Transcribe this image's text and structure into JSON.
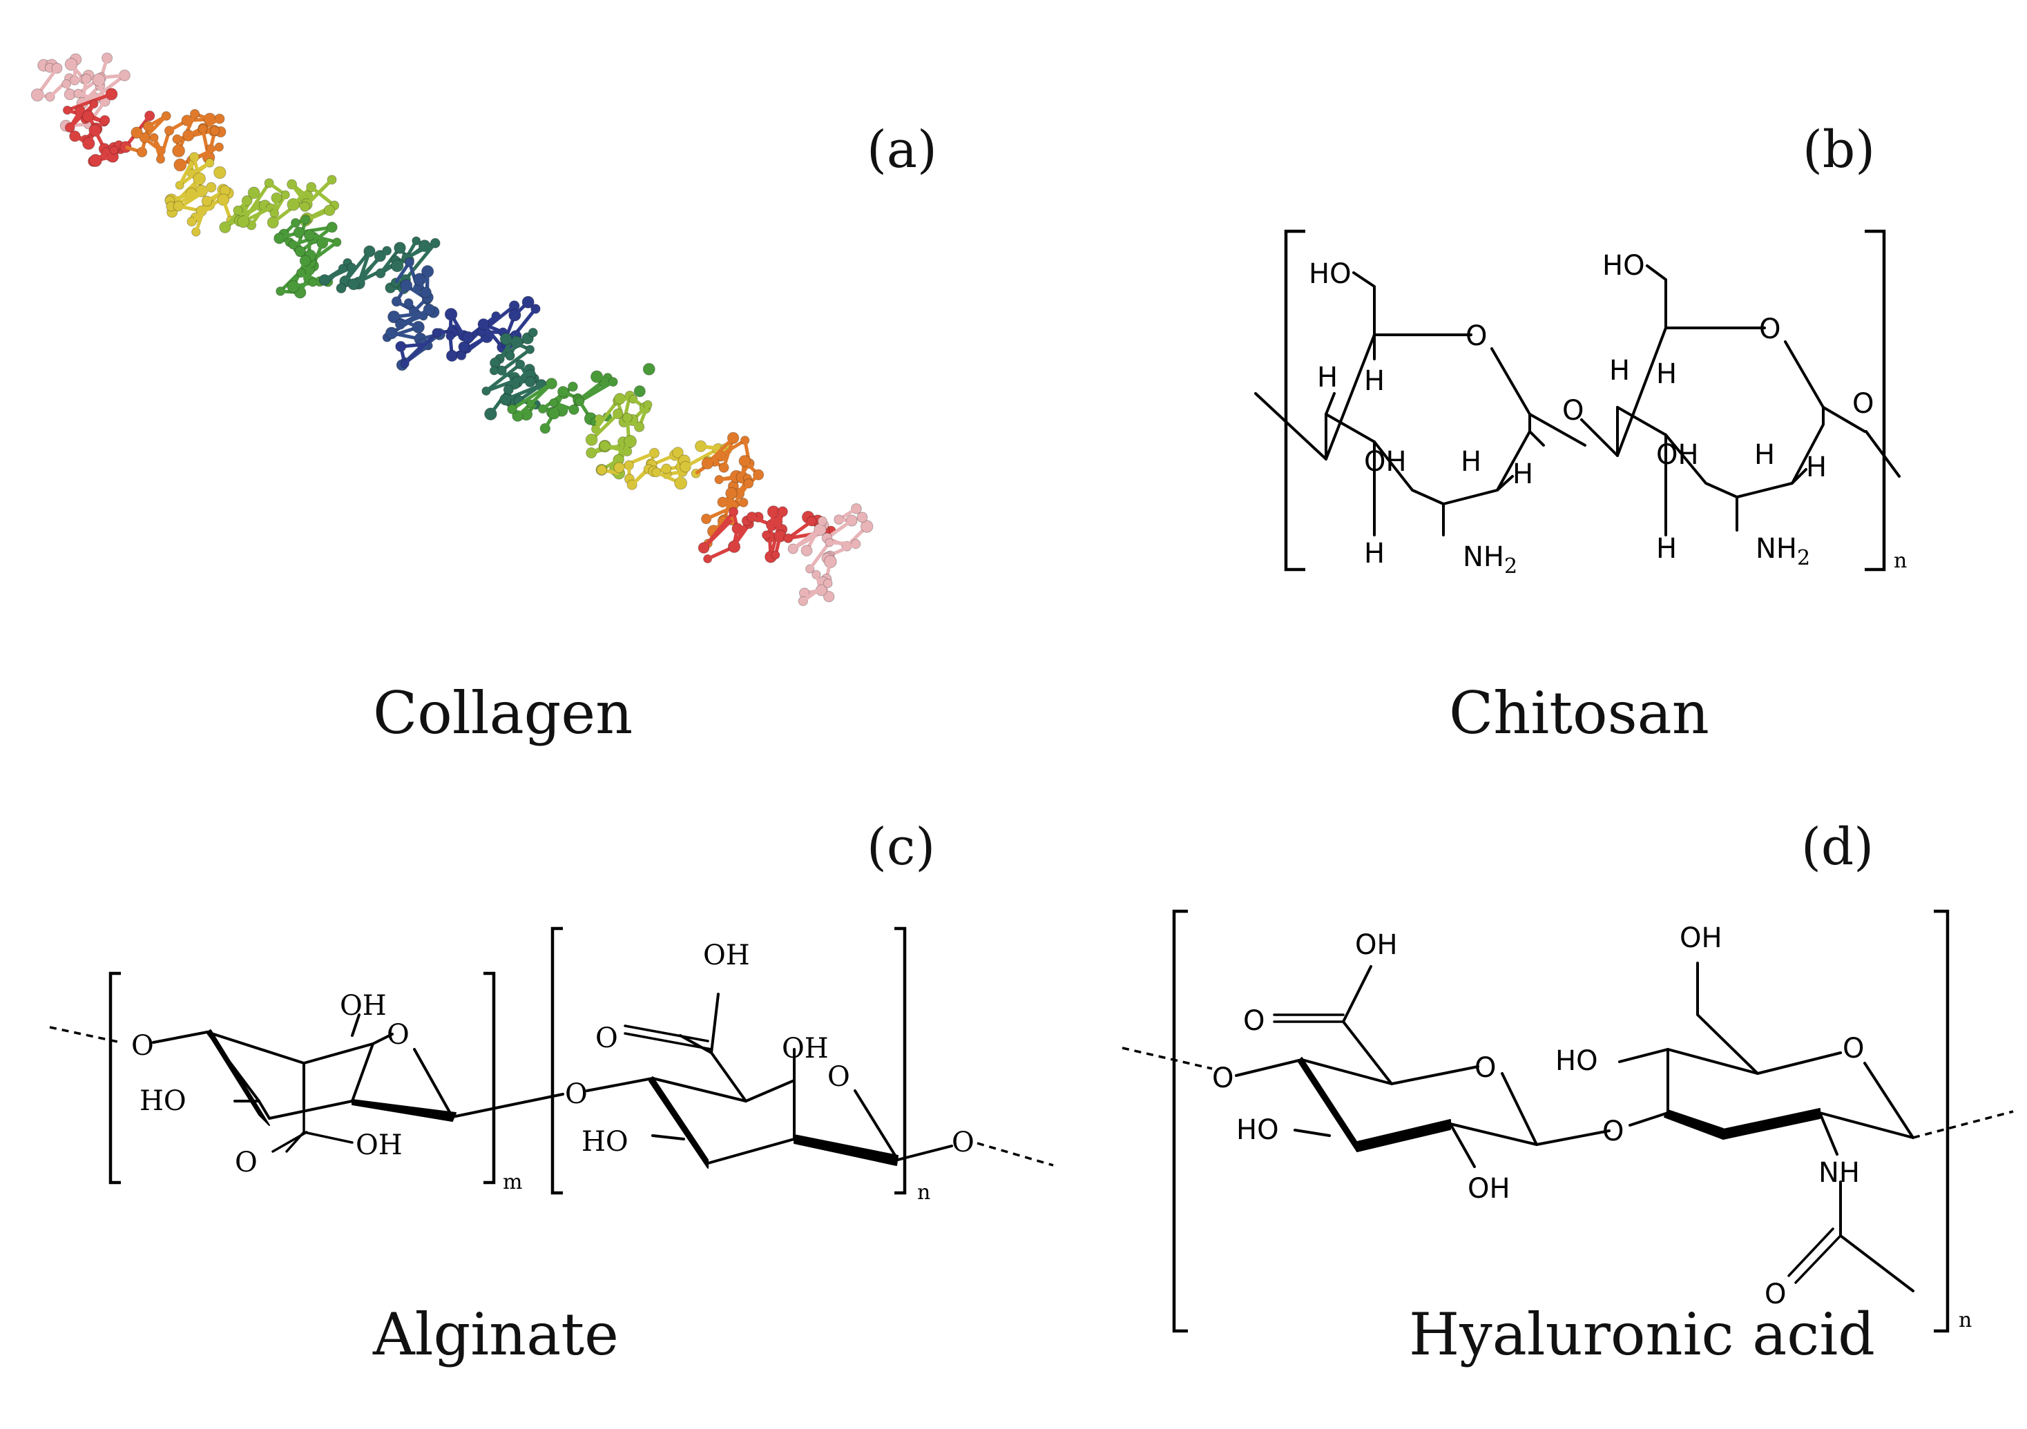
{
  "panels": {
    "a": {
      "letter": "(a)",
      "caption": "Collagen"
    },
    "b": {
      "letter": "(b)",
      "caption": "Chitosan",
      "atoms": {
        "ho1": "HO",
        "o1": "O",
        "h1": "H",
        "h2": "H",
        "oh1": "OH",
        "h3": "H",
        "h4": "H",
        "h5": "H",
        "nh2_1": "NH",
        "sub2_1": "2",
        "olink": "O",
        "ho2": "HO",
        "o2": "O",
        "h6": "H",
        "h7": "H",
        "oh2": "OH",
        "h8": "H",
        "h9": "H",
        "h10": "H",
        "nh2_2": "NH",
        "sub2_2": "2",
        "oend": "O"
      },
      "repeat": "n"
    },
    "c": {
      "letter": "(c)",
      "caption": "Alginate",
      "atoms": {
        "o_left": "O",
        "oh_top1": "OH",
        "o_ring1": "O",
        "ho_1": "HO",
        "o_dbl1": "O",
        "oh_acid1": "OH",
        "o_link": "O",
        "oh_acid2": "OH",
        "o_dbl2": "O",
        "oh_top2": "OH",
        "o_ring2": "O",
        "ho_2": "HO",
        "o_right": "O"
      },
      "repeat_m": "m",
      "repeat_n": "n"
    },
    "d": {
      "letter": "(d)",
      "caption": "Hyaluronic acid",
      "atoms": {
        "o_left": "O",
        "oh_acid": "OH",
        "o_dbl": "O",
        "o_ring1": "O",
        "ho_1": "HO",
        "oh_bottom": "OH",
        "o_link": "O",
        "oh_top": "OH",
        "ho_2": "HO",
        "o_ring2": "O",
        "nh": "NH",
        "o_amide": "O"
      },
      "repeat": "n"
    }
  },
  "collagen_model": {
    "description_colors": [
      "#e8b4b8",
      "#d94040",
      "#e07a2a",
      "#d9c53a",
      "#9cbf3a",
      "#4a9a3a",
      "#2f6e5a",
      "#334f8a",
      "#2d3a8c"
    ]
  }
}
